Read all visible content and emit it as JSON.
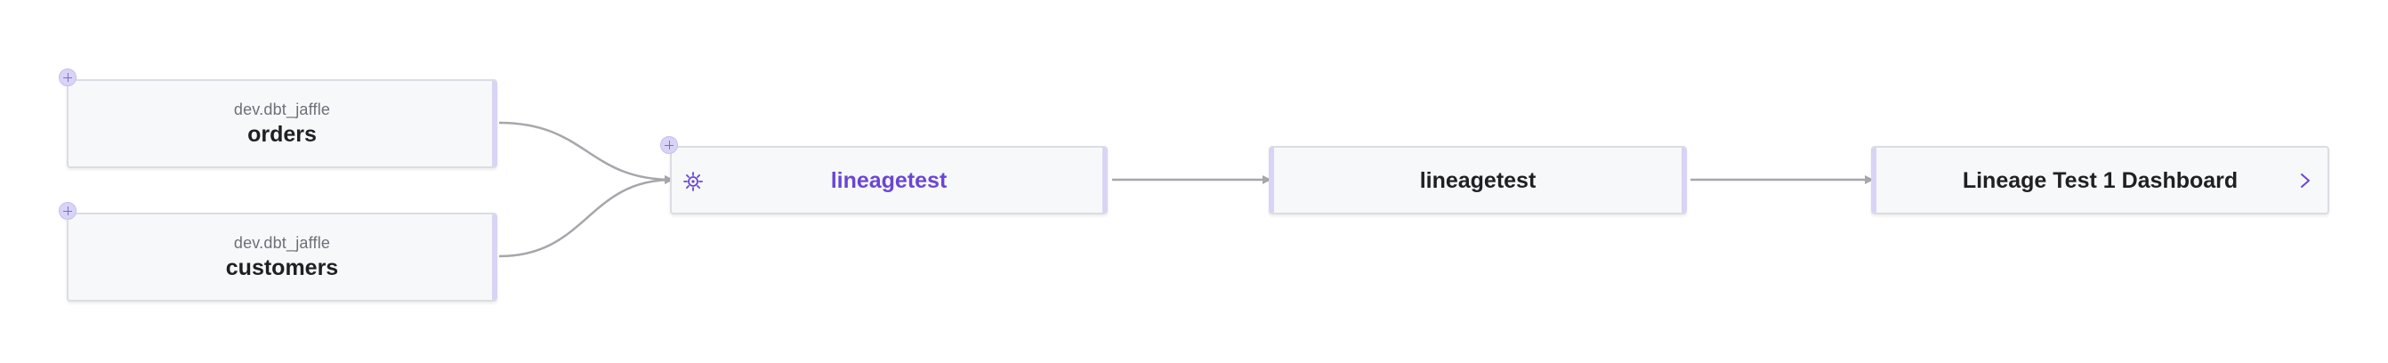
{
  "colors": {
    "accent": "#6b46d4",
    "node_bg": "#f7f8fa",
    "node_border": "#dcdde3",
    "node_bar": "#d9d4f5",
    "edge": "#a6a6ab",
    "plus_bg": "#d9d4f7"
  },
  "nodes": {
    "orders": {
      "schema": "dev.dbt_jaffle",
      "name": "orders",
      "icon": "plus-icon"
    },
    "customers": {
      "schema": "dev.dbt_jaffle",
      "name": "customers",
      "icon": "plus-icon"
    },
    "lineagetest_model": {
      "name": "lineagetest",
      "icons": [
        "plus-icon",
        "gear-icon"
      ]
    },
    "lineagetest_exposure": {
      "name": "lineagetest"
    },
    "dashboard": {
      "name": "Lineage Test 1 Dashboard",
      "icon": "chevron-right-icon"
    }
  },
  "edges": [
    {
      "from": "orders",
      "to": "lineagetest_model"
    },
    {
      "from": "customers",
      "to": "lineagetest_model"
    },
    {
      "from": "lineagetest_model",
      "to": "lineagetest_exposure"
    },
    {
      "from": "lineagetest_exposure",
      "to": "dashboard"
    }
  ]
}
